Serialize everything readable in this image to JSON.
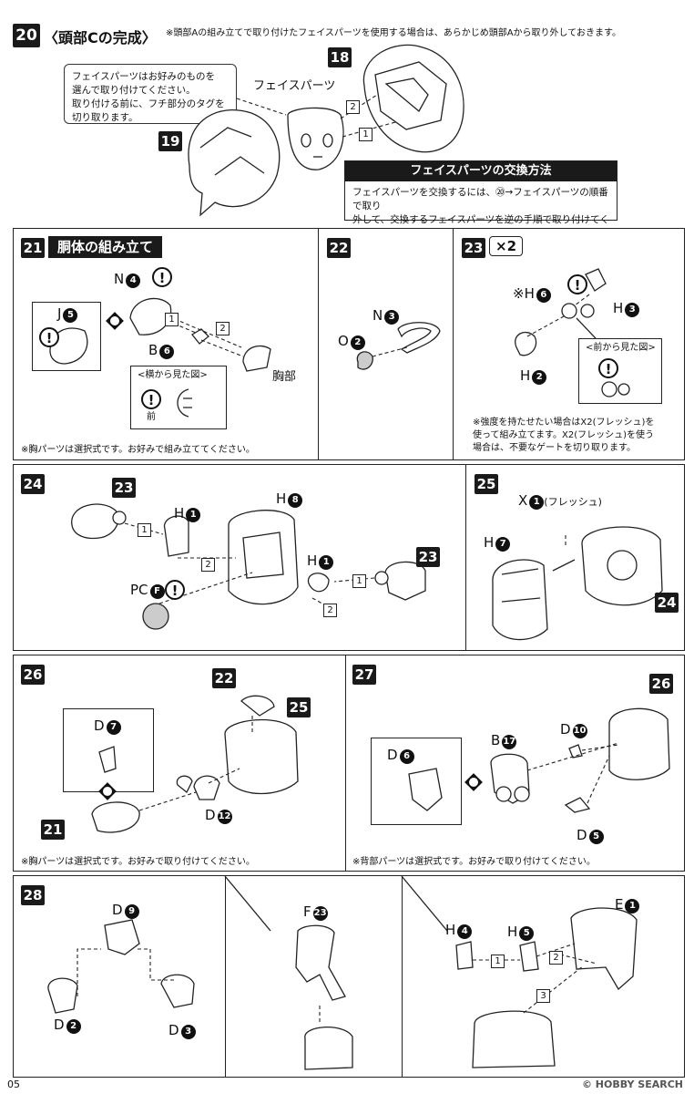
{
  "page_number": "05",
  "watermark": "© HOBBY SEARCH",
  "step20": {
    "number": "20",
    "title": "〈頭部Cの完成〉",
    "note": "※頭部Aの組み立てで取り付けたフェイスパーツを使用する場合は、あらかじめ頭部Aから取り外しておきます。",
    "callout": [
      "フェイスパーツはお好みのものを",
      "選んで取り付けてください。",
      "取り付ける前に、フチ部分のタグを",
      "切り取ります。"
    ],
    "face_label": "フェイスパーツ",
    "part_a": "18",
    "part_b": "19",
    "seq1": "1",
    "seq2": "2",
    "box_title": "フェイスパーツの交換方法",
    "box_body": [
      "フェイスパーツを交換するには、⑳→フェイスパーツの順番で取り",
      "外して、交換するフェイスパーツを逆の手順で取り付けてください。"
    ]
  },
  "step21": {
    "number": "21",
    "title": "胴体の組み立て",
    "n_runner": "N",
    "n_num": "4",
    "j_runner": "J",
    "j_num": "5",
    "b_runner": "B",
    "b_num": "6",
    "chest_label": "胸部",
    "side_view": "<横から見た図>",
    "front_label": "前",
    "seq1": "1",
    "seq2": "2",
    "note": "※胸パーツは選択式です。お好みで組み立ててください。"
  },
  "step22": {
    "number": "22",
    "n_runner": "N",
    "n_num": "3",
    "o_runner": "O",
    "o_num": "2"
  },
  "step23": {
    "number": "23",
    "multiplier": "×2",
    "h1_prefix": "※H",
    "h1_num": "6",
    "h2_runner": "H",
    "h2_num": "3",
    "h3_runner": "H",
    "h3_num": "2",
    "front_view": "<前から見た図>",
    "note": [
      "※強度を持たせたい場合はX2(フレッシュ)を",
      "使って組み立てます。X2(フレッシュ)を使う",
      "場合は、不要なゲートを切り取ります。"
    ]
  },
  "step24": {
    "number": "24",
    "ref_a": "23",
    "ref_b": "23",
    "h1_runner": "H",
    "h1_num": "1",
    "h8_runner": "H",
    "h8_num": "8",
    "h1b_runner": "H",
    "h1b_num": "1",
    "pc_runner": "PC",
    "pc_num": "F",
    "seq1": "1",
    "seq2": "2"
  },
  "step25": {
    "number": "25",
    "x_runner": "X",
    "x_num": "1",
    "x_note": "(フレッシュ)",
    "h_runner": "H",
    "h_num": "7",
    "ref": "24"
  },
  "step26": {
    "number": "26",
    "d_runner": "D",
    "d_num": "7",
    "ref_a": "22",
    "ref_b": "25",
    "ref_c": "21",
    "d2_runner": "D",
    "d2_num": "12",
    "note": "※胸パーツは選択式です。お好みで取り付けてください。"
  },
  "step27": {
    "number": "27",
    "ref": "26",
    "d6_runner": "D",
    "d6_num": "6",
    "b_runner": "B",
    "b_num": "17",
    "d10_runner": "D",
    "d10_num": "10",
    "d5_runner": "D",
    "d5_num": "5",
    "note": "※背部パーツは選択式です。お好みで取り付けてください。"
  },
  "step28": {
    "number": "28",
    "d9_runner": "D",
    "d9_num": "9",
    "d2_runner": "D",
    "d2_num": "2",
    "d3_runner": "D",
    "d3_num": "3",
    "f_runner": "F",
    "f_num": "23",
    "h4_runner": "H",
    "h4_num": "4",
    "h5_runner": "H",
    "h5_num": "5",
    "e_runner": "E",
    "e_num": "1",
    "seq1": "1",
    "seq2": "2",
    "seq3": "3"
  }
}
